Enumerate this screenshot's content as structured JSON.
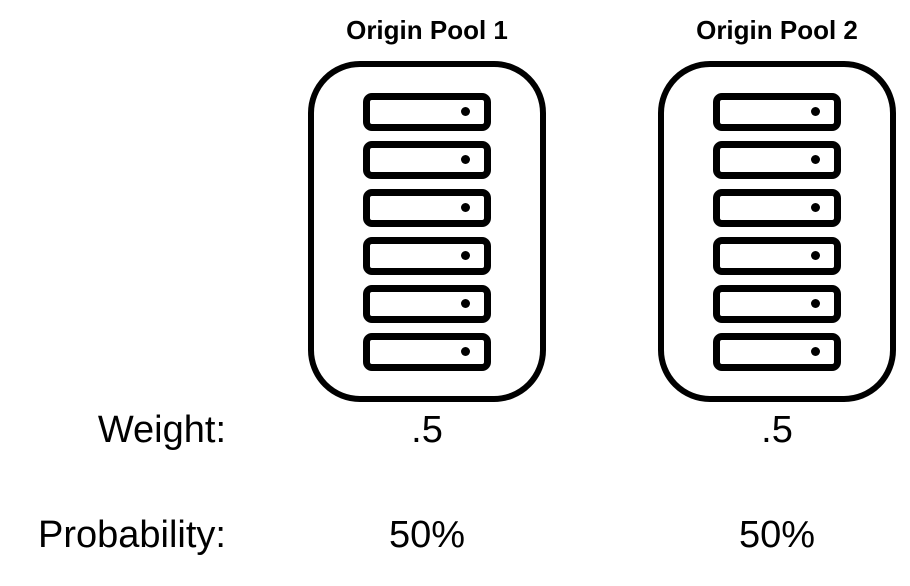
{
  "diagram": {
    "background_color": "#ffffff",
    "ink_color": "#000000",
    "pools": [
      {
        "title": "Origin Pool 1",
        "server_count": 6,
        "weight": ".5",
        "probability": "50%"
      },
      {
        "title": "Origin Pool 2",
        "server_count": 6,
        "weight": ".5",
        "probability": "50%"
      }
    ],
    "labels": {
      "weight": "Weight:",
      "probability": "Probability:"
    }
  }
}
